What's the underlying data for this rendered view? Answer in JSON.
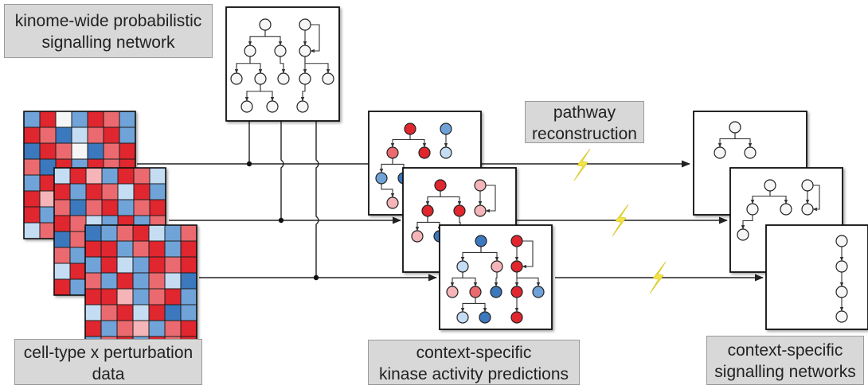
{
  "labels": {
    "network": [
      "kinome-wide probabilistic",
      "signalling network"
    ],
    "data": [
      "cell-type x perturbation",
      "data"
    ],
    "reconstruction": [
      "pathway",
      "reconstruction"
    ],
    "predictions": [
      "context-specific",
      "kinase activity predictions"
    ],
    "networks": [
      "context-specific",
      "signalling networks"
    ]
  },
  "colors": {
    "red_dark": "#e0262e",
    "red_mid": "#ea6a70",
    "red_light": "#f4b4b8",
    "blue_dark": "#3b78bd",
    "blue_mid": "#6fa3d8",
    "blue_light": "#c5ddf3",
    "white": "#f6f6f6",
    "label_bg": "#d8d8d8",
    "lightning": "#f2e445"
  },
  "icons": [
    "heatmap-matrix",
    "network-graph",
    "lightning-bolt-icon",
    "arrow-icon"
  ]
}
